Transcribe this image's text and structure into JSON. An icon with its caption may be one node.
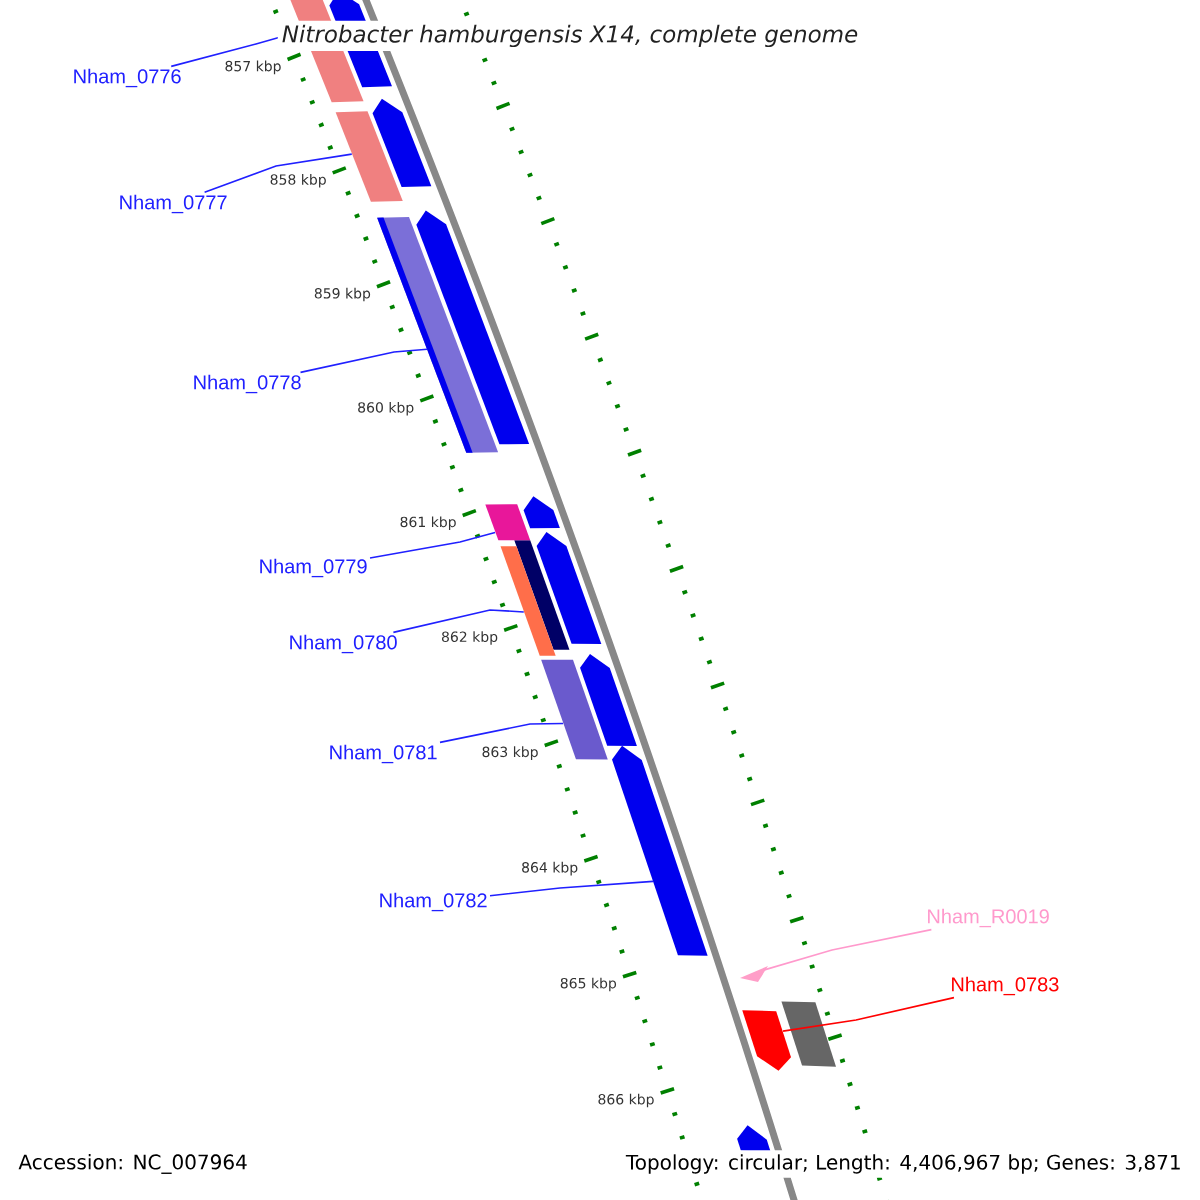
{
  "diagram": {
    "title": "Nitrobacter hamburgensis X14, complete genome",
    "nodes": [
      {
        "text": [
          "Nham_0776"
        ]
      },
      {
        "text": [
          "Nham_0777"
        ]
      },
      {
        "text": [
          "Nham_0778"
        ]
      },
      {
        "text": [
          "Nham_0779"
        ]
      },
      {
        "text": [
          "Nham_0780"
        ]
      },
      {
        "text": [
          "Nham_0781"
        ]
      },
      {
        "text": [
          "Nham_0782"
        ]
      },
      {
        "text": [
          "Nham_R0019"
        ]
      },
      {
        "text": [
          "Nham_0783"
        ]
      },
      {
        "text": [],
        "shape": "bar"
      },
      {
        "text": [],
        "shape": "bar"
      },
      {
        "text": [],
        "shape": "bar"
      },
      {
        "text": [],
        "shape": "bar"
      },
      {
        "text": [],
        "shape": "bar"
      },
      {
        "text": [],
        "shape": "bar"
      },
      {
        "text": [],
        "shape": "bar"
      },
      {
        "text": [],
        "shape": "triangle"
      },
      {
        "text": [],
        "shape": "bar"
      },
      {
        "text": [],
        "shape": "bar"
      },
      {
        "text": [],
        "shape": "bar"
      },
      {
        "text": [],
        "shape": "bar"
      },
      {
        "text": [],
        "shape": "bar"
      },
      {
        "text": [],
        "shape": "bar"
      },
      {
        "text": [],
        "shape": "bar"
      },
      {
        "text": [],
        "shape": "bar"
      },
      {
        "text": [],
        "shape": "bar"
      },
      {
        "text": [],
        "shape": "bar"
      }
    ],
    "edges": [
      {
        "from": 0,
        "to": 9,
        "arrow": "none"
      },
      {
        "from": 1,
        "to": 10,
        "arrow": "none"
      },
      {
        "from": 2,
        "to": 11,
        "arrow": "none"
      },
      {
        "from": 3,
        "to": 12,
        "arrow": "none"
      },
      {
        "from": 4,
        "to": 13,
        "arrow": "none"
      },
      {
        "from": 5,
        "to": 14,
        "arrow": "none"
      },
      {
        "from": 6,
        "to": 15,
        "arrow": "none"
      },
      {
        "from": 7,
        "to": 16,
        "arrow": "none",
        "color": "#ff99cc"
      },
      {
        "from": 8,
        "to": 17,
        "arrow": "none",
        "color": "#ff0000"
      }
    ],
    "labels": [
      "857 kbp",
      "858 kbp",
      "859 kbp",
      "860 kbp",
      "861 kbp",
      "862 kbp",
      "863 kbp",
      "864 kbp",
      "865 kbp",
      "866 kbp",
      "Accession: NC_007964",
      "Topology: circular; Length: 4,406,967 bp; Genes: 3,871"
    ]
  }
}
